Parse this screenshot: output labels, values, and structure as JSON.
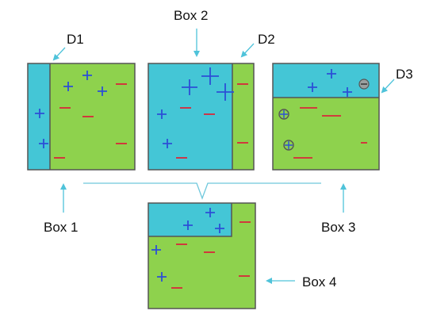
{
  "colors": {
    "cyan": "#44C6D6",
    "green": "#8ED24D",
    "border": "#555555",
    "plus": "#2C4FD6",
    "minus": "#D8283A",
    "arrow": "#4FC3DA",
    "bracket": "#6FC8DC",
    "circled": "#555555"
  },
  "labels": {
    "box1": "Box 1",
    "box2": "Box 2",
    "box3": "Box 3",
    "box4": "Box 4",
    "d1": "D1",
    "d2": "D2",
    "d3": "D3"
  },
  "symbols": {
    "plus": "+",
    "minus": "−"
  }
}
